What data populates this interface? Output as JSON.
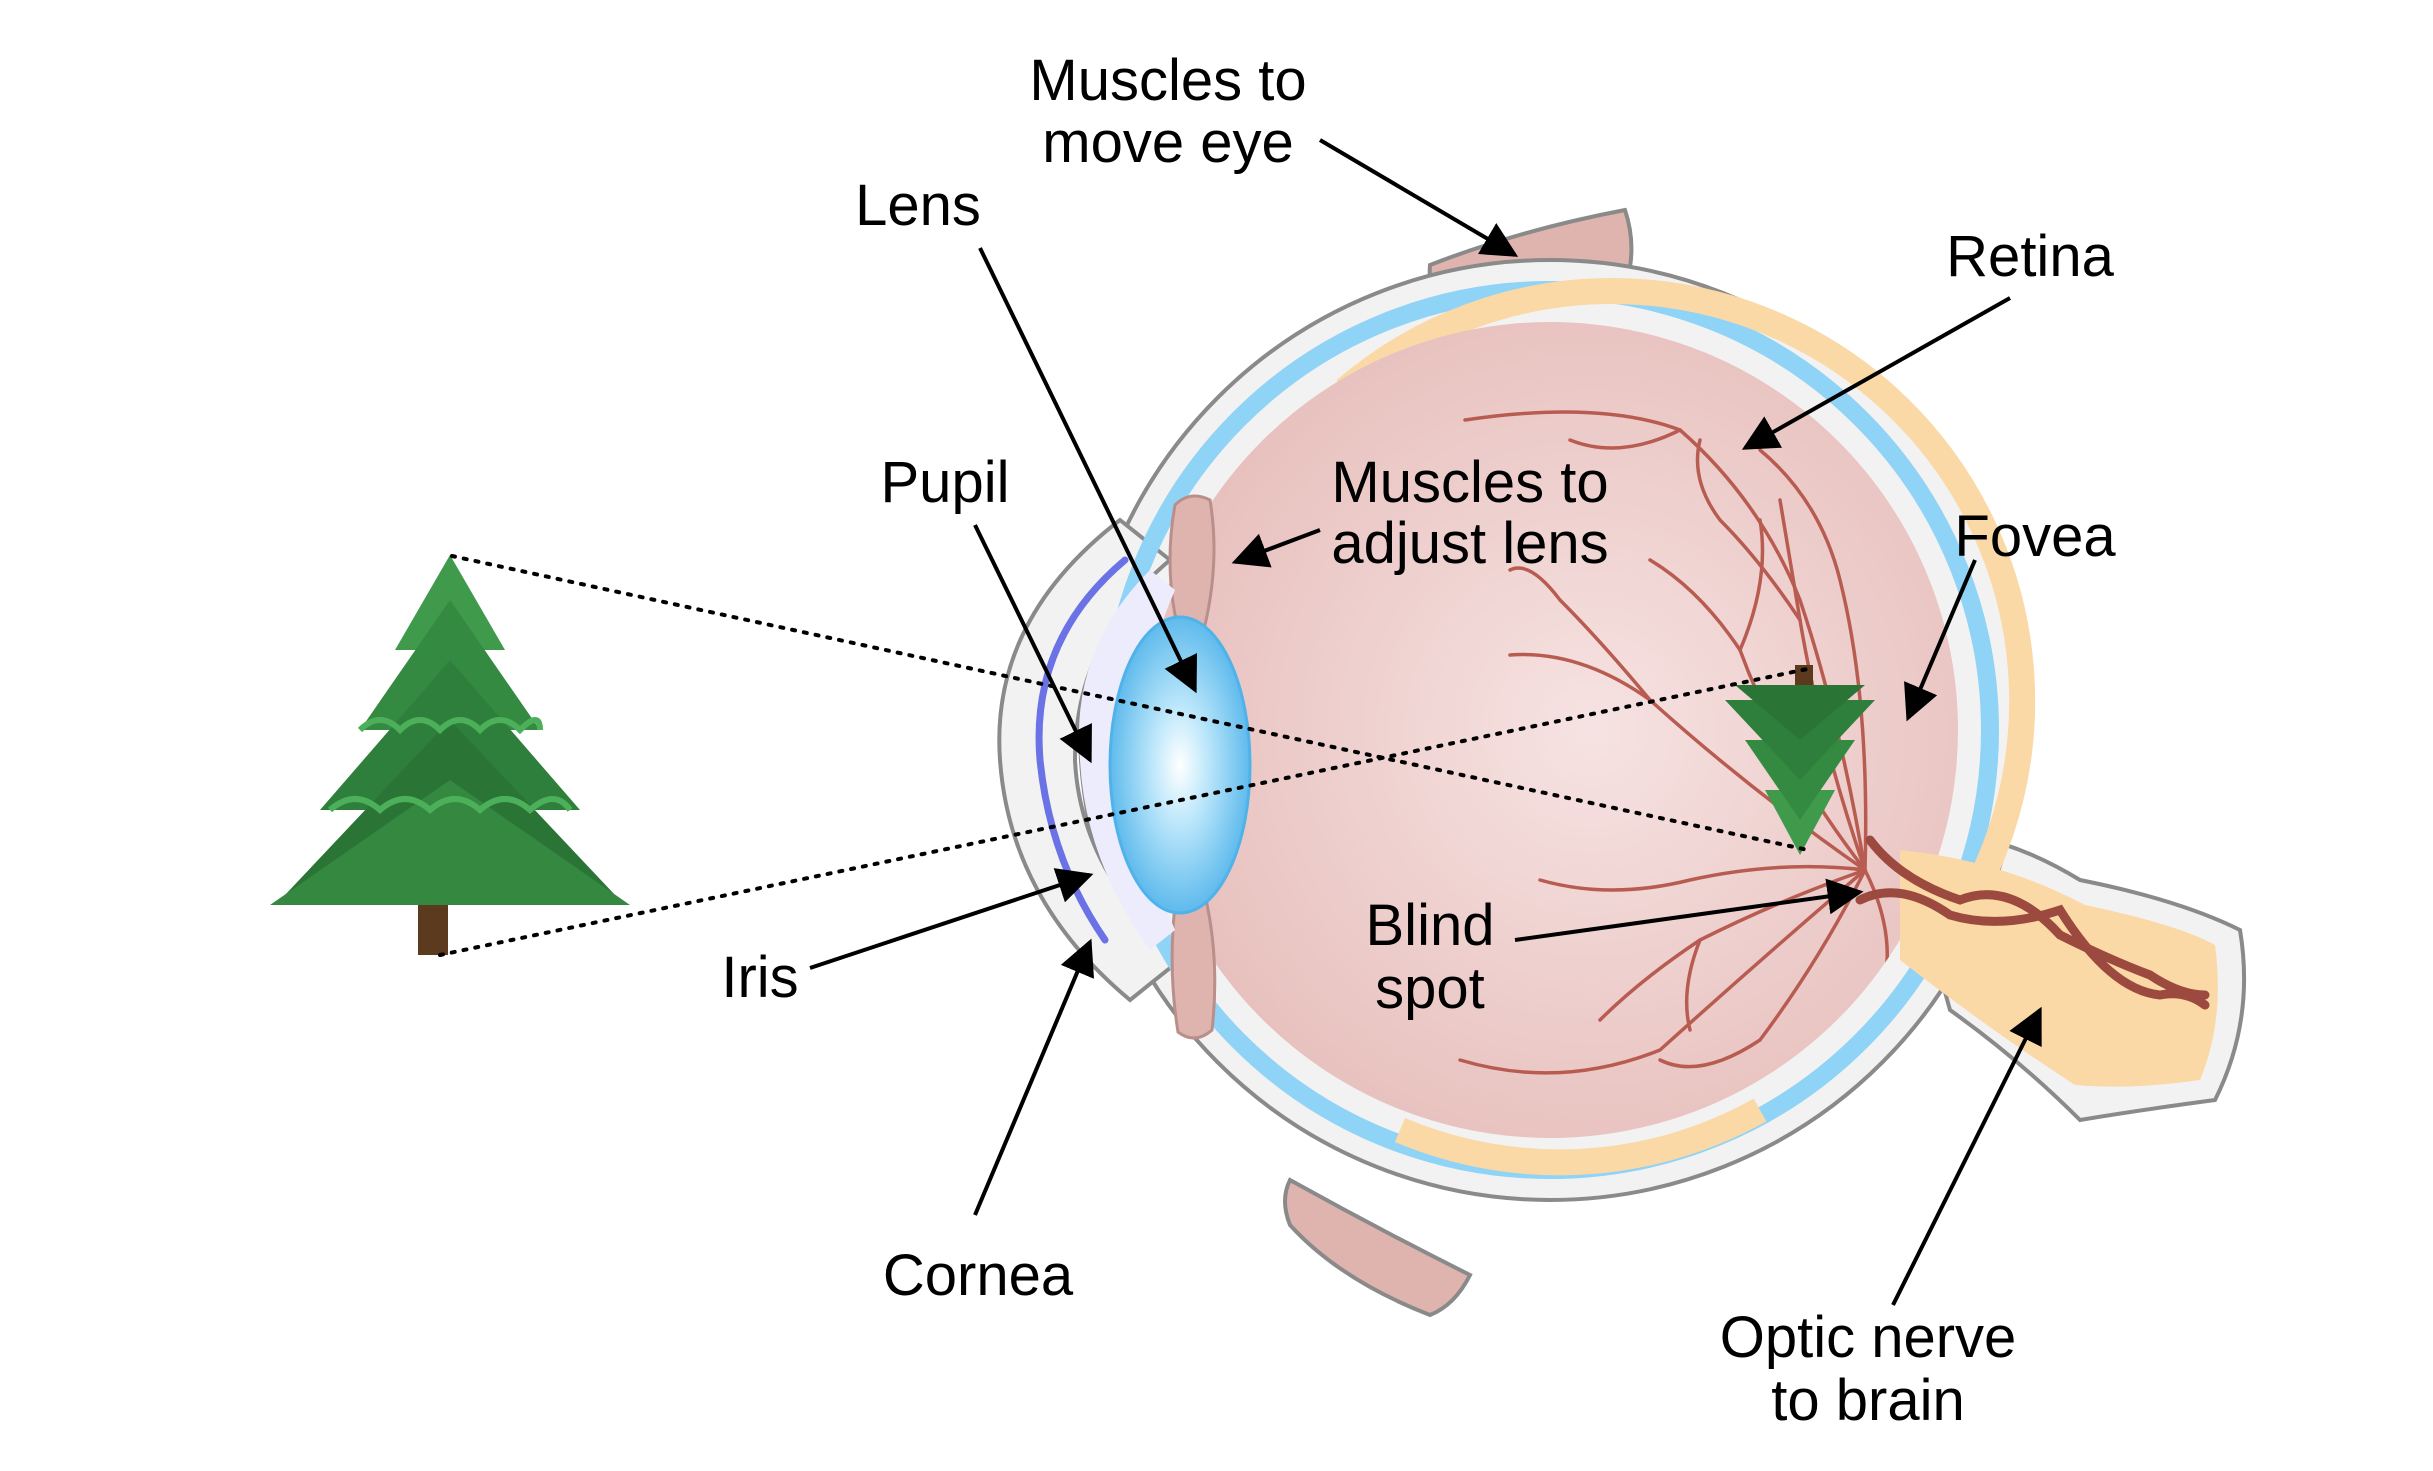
{
  "labels": {
    "muscles_move_eye_1": "Muscles to",
    "muscles_move_eye_2": "move eye",
    "lens": "Lens",
    "retina": "Retina",
    "pupil": "Pupil",
    "muscles_adjust_lens_1": "Muscles to",
    "muscles_adjust_lens_2": "adjust lens",
    "fovea": "Fovea",
    "iris": "Iris",
    "blind_spot_1": "Blind",
    "blind_spot_2": "spot",
    "cornea": "Cornea",
    "optic_nerve_1": "Optic nerve",
    "optic_nerve_2": "to brain"
  },
  "colors": {
    "sclera_fill": "#f2f2f2",
    "sclera_stroke": "#8a8a8a",
    "choroid": "#8fd3f6",
    "retina_layer": "#fad9a6",
    "vitreous": "#e9c2c0",
    "muscle": "#e0b4ae",
    "muscle_stroke": "#b88f8a",
    "lens": "#5fc0f0",
    "iris": "#6b72e6",
    "vessel": "#b85c52",
    "tree_green": "#2e7d3a",
    "tree_trunk": "#5b3a1e"
  },
  "icons": {
    "object": "tree-icon",
    "retinal_image": "inverted-tree-icon"
  }
}
